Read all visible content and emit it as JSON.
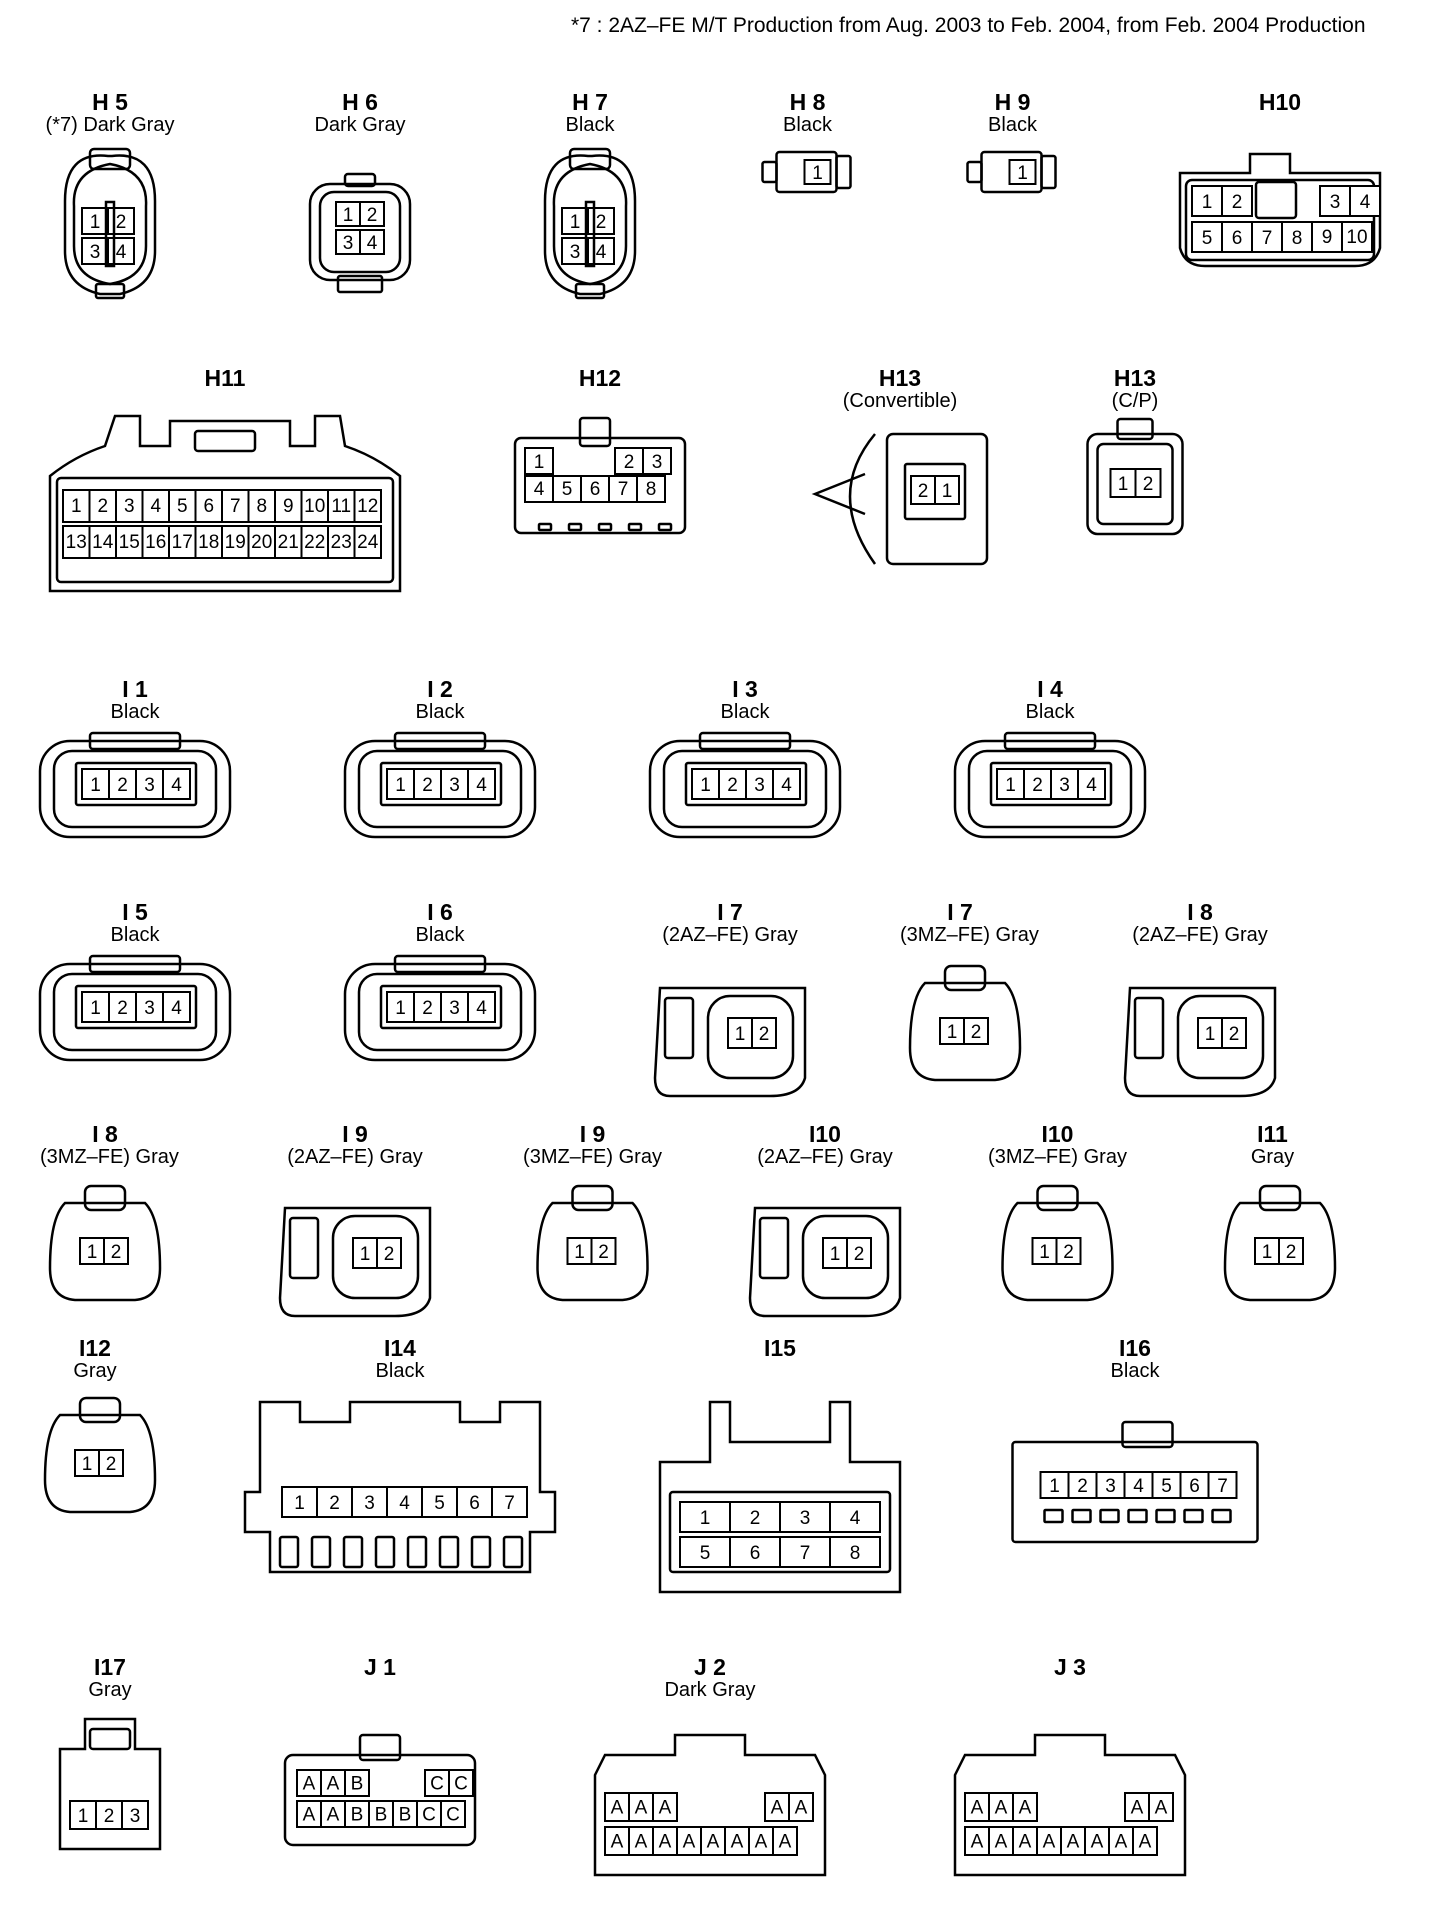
{
  "footnote": "*7 : 2AZ–FE M/T Production from Aug. 2003 to Feb. 2004, from Feb. 2004 Production",
  "connectors": [
    {
      "id": "H 5",
      "desc": "(*7)  Dark Gray",
      "pins": [
        "1",
        "2",
        "3",
        "4"
      ]
    },
    {
      "id": "H 6",
      "desc": "Dark Gray",
      "pins": [
        "1",
        "2",
        "3",
        "4"
      ]
    },
    {
      "id": "H 7",
      "desc": "Black",
      "pins": [
        "1",
        "2",
        "3",
        "4"
      ]
    },
    {
      "id": "H 8",
      "desc": "Black",
      "pins": [
        "1"
      ]
    },
    {
      "id": "H 9",
      "desc": "Black",
      "pins": [
        "1"
      ]
    },
    {
      "id": "H10",
      "desc": "",
      "pins": [
        "1",
        "2",
        "3",
        "4",
        "5",
        "6",
        "7",
        "8",
        "9",
        "10"
      ]
    },
    {
      "id": "H11",
      "desc": "",
      "pins": [
        "1",
        "2",
        "3",
        "4",
        "5",
        "6",
        "7",
        "8",
        "9",
        "10",
        "11",
        "12",
        "13",
        "14",
        "15",
        "16",
        "17",
        "18",
        "19",
        "20",
        "21",
        "22",
        "23",
        "24"
      ]
    },
    {
      "id": "H12",
      "desc": "",
      "pins": [
        "1",
        "2",
        "3",
        "4",
        "5",
        "6",
        "7",
        "8"
      ]
    },
    {
      "id": "H13",
      "desc": "(Convertible)",
      "pins": [
        "2",
        "1"
      ]
    },
    {
      "id": "H13",
      "desc": "(C/P)",
      "pins": [
        "1",
        "2"
      ]
    },
    {
      "id": "I 1",
      "desc": "Black",
      "pins": [
        "1",
        "2",
        "3",
        "4"
      ]
    },
    {
      "id": "I 2",
      "desc": "Black",
      "pins": [
        "1",
        "2",
        "3",
        "4"
      ]
    },
    {
      "id": "I 3",
      "desc": "Black",
      "pins": [
        "1",
        "2",
        "3",
        "4"
      ]
    },
    {
      "id": "I 4",
      "desc": "Black",
      "pins": [
        "1",
        "2",
        "3",
        "4"
      ]
    },
    {
      "id": "I 5",
      "desc": "Black",
      "pins": [
        "1",
        "2",
        "3",
        "4"
      ]
    },
    {
      "id": "I 6",
      "desc": "Black",
      "pins": [
        "1",
        "2",
        "3",
        "4"
      ]
    },
    {
      "id": "I 7",
      "desc": "(2AZ–FE)  Gray",
      "pins": [
        "1",
        "2"
      ]
    },
    {
      "id": "I 7",
      "desc": "(3MZ–FE)  Gray",
      "pins": [
        "1",
        "2"
      ]
    },
    {
      "id": "I 8",
      "desc": "(2AZ–FE)  Gray",
      "pins": [
        "1",
        "2"
      ]
    },
    {
      "id": "I 8",
      "desc": "(3MZ–FE)  Gray",
      "pins": [
        "1",
        "2"
      ]
    },
    {
      "id": "I 9",
      "desc": "(2AZ–FE)  Gray",
      "pins": [
        "1",
        "2"
      ]
    },
    {
      "id": "I 9",
      "desc": "(3MZ–FE)  Gray",
      "pins": [
        "1",
        "2"
      ]
    },
    {
      "id": "I10",
      "desc": "(2AZ–FE)  Gray",
      "pins": [
        "1",
        "2"
      ]
    },
    {
      "id": "I10",
      "desc": "(3MZ–FE)  Gray",
      "pins": [
        "1",
        "2"
      ]
    },
    {
      "id": "I11",
      "desc": "Gray",
      "pins": [
        "1",
        "2"
      ]
    },
    {
      "id": "I12",
      "desc": "Gray",
      "pins": [
        "1",
        "2"
      ]
    },
    {
      "id": "I14",
      "desc": "Black",
      "pins": [
        "1",
        "2",
        "3",
        "4",
        "5",
        "6",
        "7"
      ]
    },
    {
      "id": "I15",
      "desc": "",
      "pins": [
        "1",
        "2",
        "3",
        "4",
        "5",
        "6",
        "7",
        "8"
      ]
    },
    {
      "id": "I16",
      "desc": "Black",
      "pins": [
        "1",
        "2",
        "3",
        "4",
        "5",
        "6",
        "7"
      ]
    },
    {
      "id": "I17",
      "desc": "Gray",
      "pins": [
        "1",
        "2",
        "3"
      ]
    },
    {
      "id": "J 1",
      "desc": "",
      "pins": [
        "A",
        "A",
        "B",
        "C",
        "C",
        "A",
        "A",
        "B",
        "B",
        "B",
        "C",
        "C"
      ]
    },
    {
      "id": "J 2",
      "desc": "Dark Gray",
      "pins": [
        "A",
        "A",
        "A",
        "A",
        "A",
        "A",
        "A",
        "A",
        "A",
        "A",
        "A",
        "A",
        "A"
      ]
    },
    {
      "id": "J 3",
      "desc": "",
      "pins": [
        "A",
        "A",
        "A",
        "A",
        "A",
        "A",
        "A",
        "A",
        "A",
        "A",
        "A",
        "A",
        "A"
      ]
    }
  ]
}
